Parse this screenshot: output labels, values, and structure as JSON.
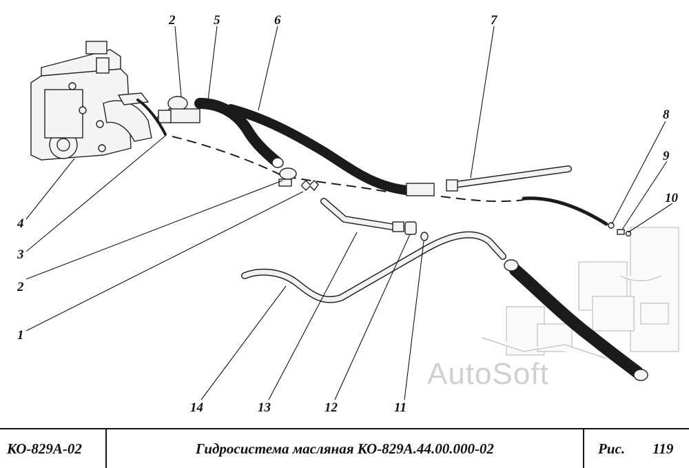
{
  "callouts": [
    {
      "id": "c2a",
      "text": "2"
    },
    {
      "id": "c5",
      "text": "5"
    },
    {
      "id": "c6",
      "text": "6"
    },
    {
      "id": "c7",
      "text": "7"
    },
    {
      "id": "c8",
      "text": "8"
    },
    {
      "id": "c9",
      "text": "9"
    },
    {
      "id": "c10",
      "text": "10"
    },
    {
      "id": "c4",
      "text": "4"
    },
    {
      "id": "c3",
      "text": "3"
    },
    {
      "id": "c2b",
      "text": "2"
    },
    {
      "id": "c1",
      "text": "1"
    },
    {
      "id": "c14",
      "text": "14"
    },
    {
      "id": "c13",
      "text": "13"
    },
    {
      "id": "c12",
      "text": "12"
    },
    {
      "id": "c11",
      "text": "11"
    }
  ],
  "watermark": "AutoSoft",
  "title_block": {
    "model": "КО-829А-02",
    "title": "Гидросистема масляная КО-829А.44.00.000-02",
    "figure_label": "Рис.",
    "figure_number": "119"
  }
}
